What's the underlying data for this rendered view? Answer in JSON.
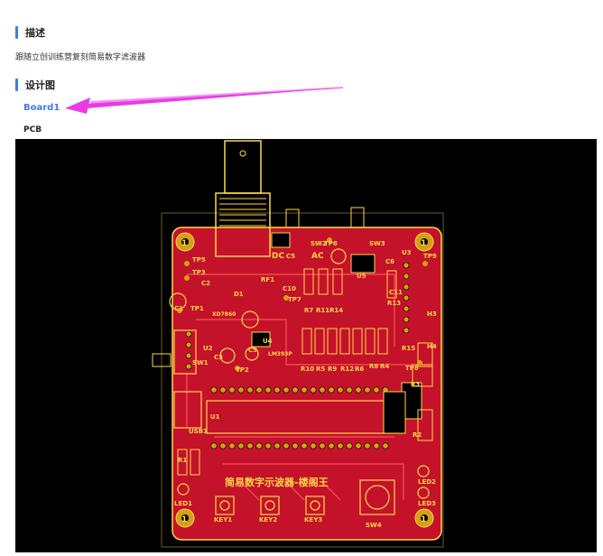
{
  "section_desc": {
    "title": "描述"
  },
  "description": "跟随立创训练营复刻简易数字滤波器",
  "section_design": {
    "title": "设计图"
  },
  "board_link": "Board1",
  "pcb_label": "PCB",
  "pcb": {
    "board_title": "简易数字示波器-楼阁王",
    "components": [
      "SW2",
      "TP6",
      "SW3",
      "U3",
      "TP9",
      "TP5",
      "DC",
      "C5",
      "AC",
      "TP3",
      "C2",
      "D1",
      "RF1",
      "C10",
      "U5",
      "C6",
      "C1",
      "C11",
      "TP1",
      "XD7860",
      "TP7",
      "R7",
      "R11",
      "R14",
      "R13",
      "U4",
      "LM393P",
      "H3",
      "H4",
      "U2",
      "C3",
      "SW1",
      "TP2",
      "C9",
      "R10",
      "R5",
      "R9",
      "R12",
      "R6",
      "R8",
      "R4",
      "TP8",
      "R15",
      "R3",
      "U1",
      "R2",
      "USB1",
      "R1",
      "LED1",
      "LED2",
      "LED3",
      "KEY1",
      "KEY2",
      "KEY3",
      "SW4"
    ],
    "colors": {
      "copper": "#c4122a",
      "silk": "#ffd84a",
      "background": "#000000"
    }
  },
  "annotation": {
    "arrow_color": "#e83be6"
  }
}
